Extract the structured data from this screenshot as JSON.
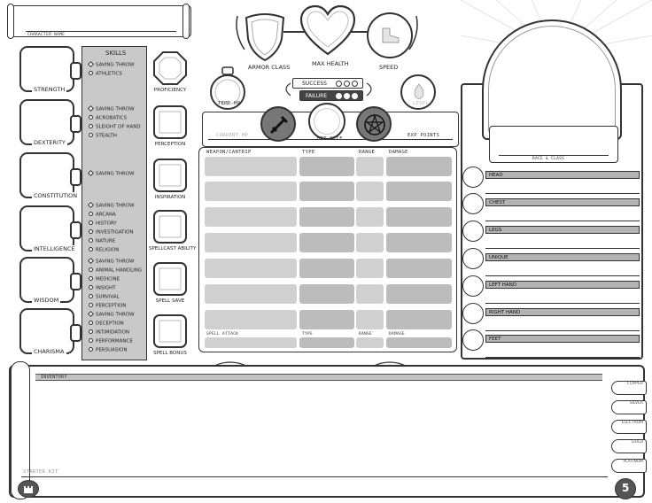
{
  "header": {
    "character_name_label": "Character Name"
  },
  "abilities": [
    {
      "label": "Strength"
    },
    {
      "label": "Dexterity"
    },
    {
      "label": "Constitution"
    },
    {
      "label": "Intelligence"
    },
    {
      "label": "Wisdom"
    },
    {
      "label": "Charisma"
    }
  ],
  "skills": {
    "title": "Skills",
    "groups": [
      {
        "items": [
          "Saving Throw",
          "Athletics"
        ]
      },
      {
        "items": [
          "Saving Throw",
          "Acrobatics",
          "Sleight of Hand",
          "Stealth"
        ]
      },
      {
        "items": [
          "Saving Throw"
        ]
      },
      {
        "items": [
          "Saving Throw",
          "Arcana",
          "History",
          "Investigation",
          "Nature",
          "Religion"
        ]
      },
      {
        "items": [
          "Saving Throw",
          "Animal Handling",
          "Medicine",
          "Insight",
          "Survival",
          "Perception"
        ]
      },
      {
        "items": [
          "Saving Throw",
          "Deception",
          "Intimidation",
          "Performance",
          "Persuasion"
        ]
      }
    ]
  },
  "stats_column": [
    "Proficiency",
    "Perception",
    "Inspiration",
    "Spellcast Ability",
    "Spell Save",
    "Spell Bonus"
  ],
  "top": {
    "armor_class": "Armor Class",
    "max_health": "Max Health",
    "speed": "Speed",
    "temp_hp": "Temp HP",
    "success": "Success",
    "failure": "Failure",
    "current_hp": "Current HP",
    "hit_dice": "Hit Dice",
    "exp_points": "Exp Points",
    "level": "Level"
  },
  "weapons": {
    "columns": [
      "Weapon/Cantrip",
      "Type",
      "Range",
      "Damage"
    ],
    "bottom_columns": [
      "Spell Attack",
      "Type",
      "Range",
      "Damage"
    ]
  },
  "portrait": {
    "race_class_label": "Race & Class"
  },
  "equipment": [
    "Head",
    "Chest",
    "Legs",
    "Unique",
    "Left Hand",
    "Right Hand",
    "Feet"
  ],
  "inventory": {
    "label": "Inventory",
    "starter_kit_label": "Starter Kit"
  },
  "coins": [
    "Copper",
    "Silver",
    "Electrum",
    "Gold",
    "Platinum"
  ],
  "badge_symbol": "5"
}
